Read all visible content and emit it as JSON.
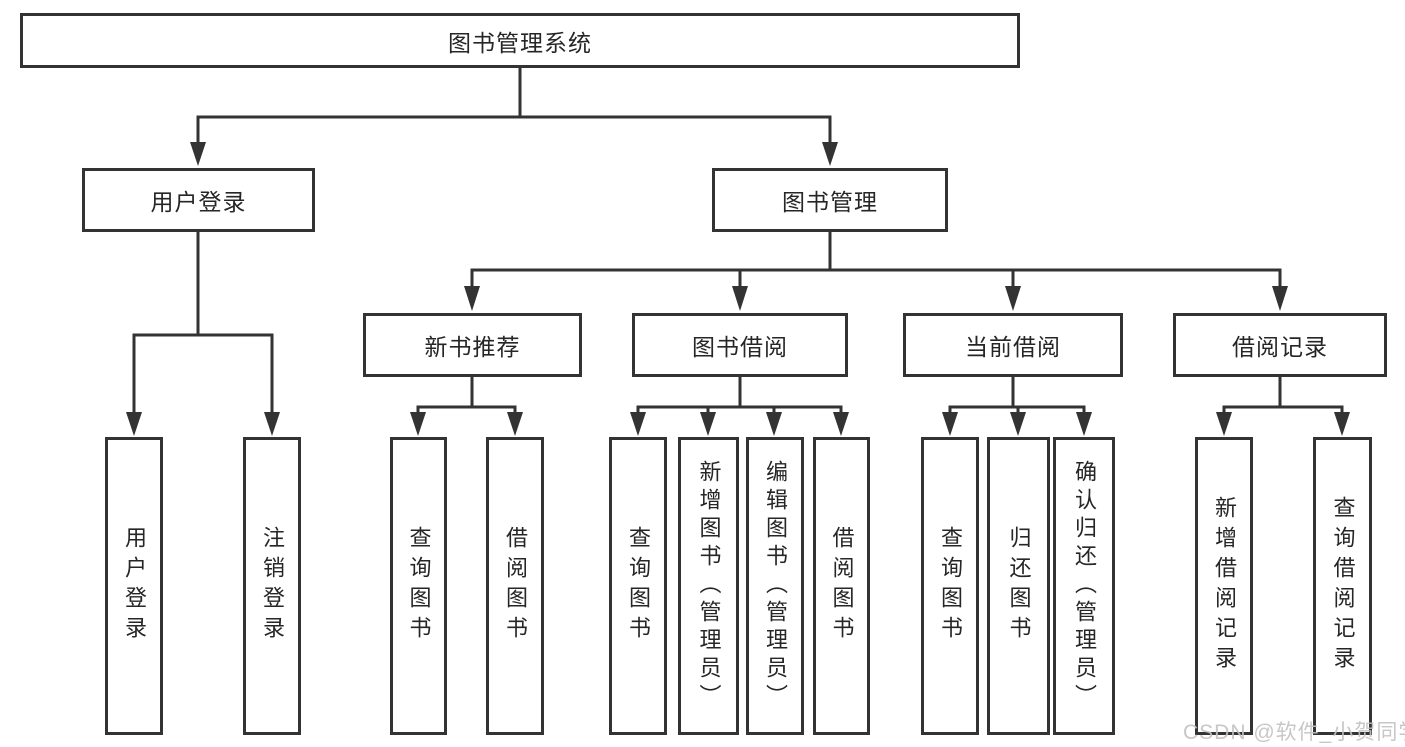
{
  "diagram": {
    "tree": {
      "root": {
        "label": "图书管理系统",
        "children": [
          {
            "label": "用户登录",
            "children": [
              {
                "label": "用户登录"
              },
              {
                "label": "注销登录"
              }
            ]
          },
          {
            "label": "图书管理",
            "children": [
              {
                "label": "新书推荐",
                "children": [
                  {
                    "label": "查询图书"
                  },
                  {
                    "label": "借阅图书"
                  }
                ]
              },
              {
                "label": "图书借阅",
                "children": [
                  {
                    "label": "查询图书"
                  },
                  {
                    "label": "新增图书（管理员）"
                  },
                  {
                    "label": "编辑图书（管理员）"
                  },
                  {
                    "label": "借阅图书"
                  }
                ]
              },
              {
                "label": "当前借阅",
                "children": [
                  {
                    "label": "查询图书"
                  },
                  {
                    "label": "归还图书"
                  },
                  {
                    "label": "确认归还（管理员）"
                  }
                ]
              },
              {
                "label": "借阅记录",
                "children": [
                  {
                    "label": "新增借阅记录"
                  },
                  {
                    "label": "查询借阅记录"
                  }
                ]
              }
            ]
          }
        ]
      }
    },
    "colors": {
      "line": "#333333",
      "text": "#262626",
      "background": "#ffffff",
      "watermark": "#c3c3c3"
    },
    "watermark": {
      "text": "CSDN @软件_小贺同学"
    }
  }
}
